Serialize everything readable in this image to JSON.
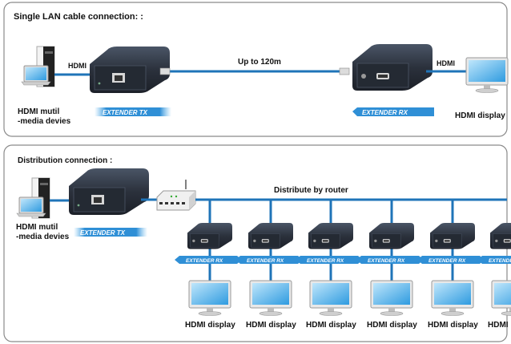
{
  "panel1": {
    "title": "Single LAN cable connection: :",
    "hdmi_left": "HDMI",
    "hdmi_right": "HDMI",
    "cable_label": "Up to 120m",
    "source_label_line1": "HDMI mutil",
    "source_label_line2": "-media devies",
    "tx_band": "EXTENDER TX",
    "rx_band": "EXTENDER RX",
    "display_label": "HDMI display"
  },
  "panel2": {
    "title": "Distribution connection :",
    "source_label_line1": "HDMI mutil",
    "source_label_line2": "-media devies",
    "router_label": "Distribute by router",
    "tx_band": "EXTENDER TX",
    "rx_band": "EXTENDER RX",
    "display_labels": [
      "HDMI display",
      "HDMI display",
      "HDMI display",
      "HDMI display",
      "HDMI display",
      "HDMI"
    ]
  },
  "colors": {
    "cable_blue": "#1f74b8",
    "band_blue": "#2f8fd6",
    "device_dark": "#2e3542",
    "panel_border": "#8a8a8a"
  }
}
